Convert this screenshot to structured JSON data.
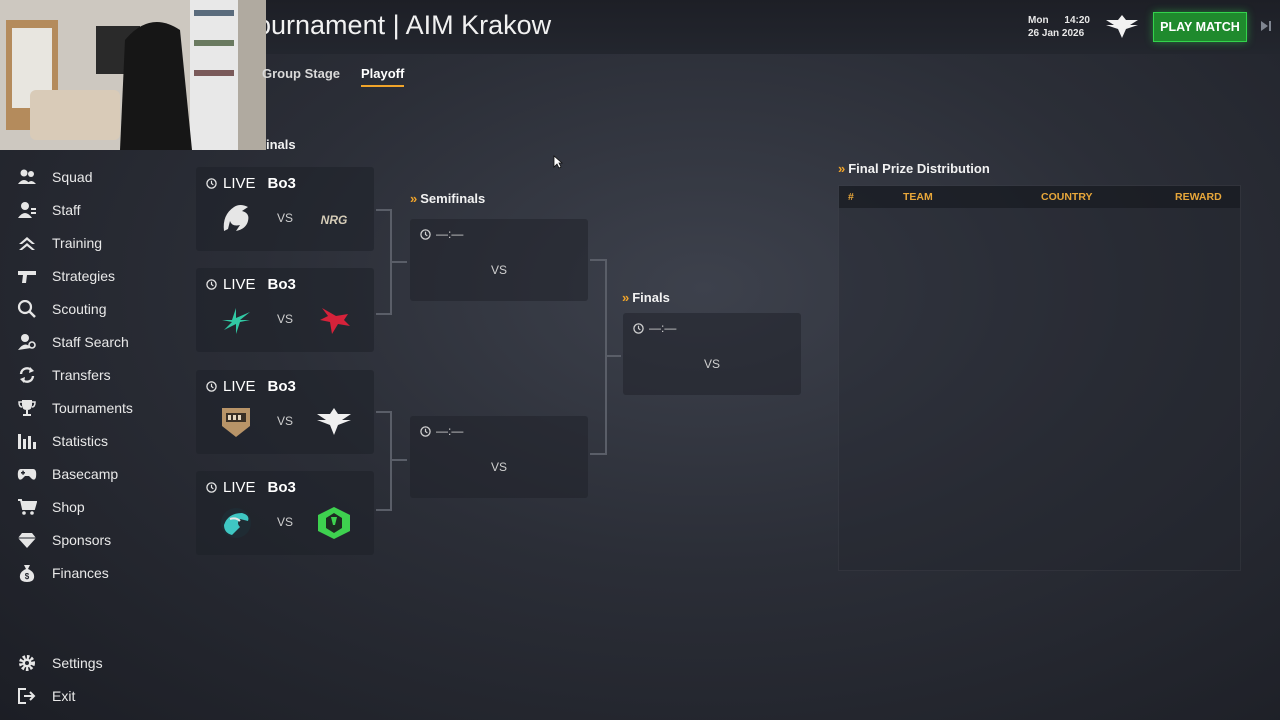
{
  "header": {
    "title": "ournament | AIM Krakow",
    "clock": {
      "day": "Mon",
      "time": "14:20",
      "date": "26 Jan 2026"
    },
    "play_button": "PLAY MATCH",
    "team_logo_icon": "falcons-icon",
    "skip_icon": "skip-next-icon"
  },
  "tabs": [
    {
      "label": "Group Stage",
      "active": false
    },
    {
      "label": "Playoff",
      "active": true
    }
  ],
  "sidebar": {
    "items": [
      {
        "label": "Squad",
        "icon": "squad-icon"
      },
      {
        "label": "Staff",
        "icon": "staff-icon"
      },
      {
        "label": "Training",
        "icon": "training-icon"
      },
      {
        "label": "Strategies",
        "icon": "gun-icon"
      },
      {
        "label": "Scouting",
        "icon": "search-icon"
      },
      {
        "label": "Staff Search",
        "icon": "staff-search-icon"
      },
      {
        "label": "Transfers",
        "icon": "transfer-icon"
      },
      {
        "label": "Tournaments",
        "icon": "trophy-icon"
      },
      {
        "label": "Statistics",
        "icon": "bar-chart-icon"
      },
      {
        "label": "Basecamp",
        "icon": "gamepad-icon"
      },
      {
        "label": "Shop",
        "icon": "cart-icon"
      },
      {
        "label": "Sponsors",
        "icon": "diamond-icon"
      },
      {
        "label": "Finances",
        "icon": "money-bag-icon"
      }
    ],
    "bottom": [
      {
        "label": "Settings",
        "icon": "gear-icon"
      },
      {
        "label": "Exit",
        "icon": "exit-icon"
      }
    ]
  },
  "bracket": {
    "quarterfinals_title": "inals",
    "semifinals_title": "Semifinals",
    "finals_title": "Finals",
    "quarterfinals": [
      {
        "status": "LIVE",
        "format": "Bo3",
        "team_a_icon": "spirit-logo-icon",
        "team_b_icon": "nrg-logo-icon",
        "team_b_text": "NRG",
        "vs": "VS"
      },
      {
        "status": "LIVE",
        "format": "Bo3",
        "team_a_icon": "eternal-fire-logo-icon",
        "team_b_icon": "red-bird-logo-icon",
        "vs": "VS"
      },
      {
        "status": "LIVE",
        "format": "Bo3",
        "team_a_icon": "gunner-crest-logo-icon",
        "team_b_icon": "falcons-logo-icon",
        "vs": "VS"
      },
      {
        "status": "LIVE",
        "format": "Bo3",
        "team_a_icon": "eagle-logo-icon",
        "team_b_icon": "sentinel-logo-icon",
        "vs": "VS"
      }
    ],
    "semifinals": [
      {
        "time": "—:—",
        "vs": "VS"
      },
      {
        "time": "—:—",
        "vs": "VS"
      }
    ],
    "finals": [
      {
        "time": "—:—",
        "vs": "VS"
      }
    ]
  },
  "prize": {
    "title": "Final Prize Distribution",
    "columns": [
      "#",
      "TEAM",
      "COUNTRY",
      "REWARD"
    ],
    "rows": []
  },
  "colors": {
    "accent": "#f0a42a",
    "play_green": "#1f8a2d"
  }
}
